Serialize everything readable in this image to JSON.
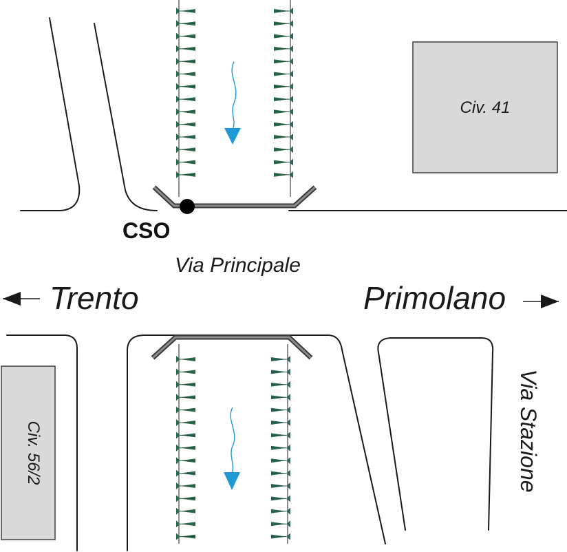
{
  "labels": {
    "cso": "CSO",
    "via_principale": "Via Principale",
    "trento": "Trento",
    "primolano": "Primolano",
    "via_stazione": "Via Stazione",
    "civ_41": "Civ. 41",
    "civ_56_2": "Civ. 56/2"
  },
  "colors": {
    "vegetation": "#2e6b4f",
    "flow_arrow": "#1f9ad6",
    "building_fill": "#d9d9d9",
    "grate": "#8c8c8c",
    "cso_marker": "#000000"
  },
  "icons": {
    "vegetation": "conifer-tree-icon",
    "flow": "flow-arrow-icon",
    "direction": "arrow-icon"
  }
}
